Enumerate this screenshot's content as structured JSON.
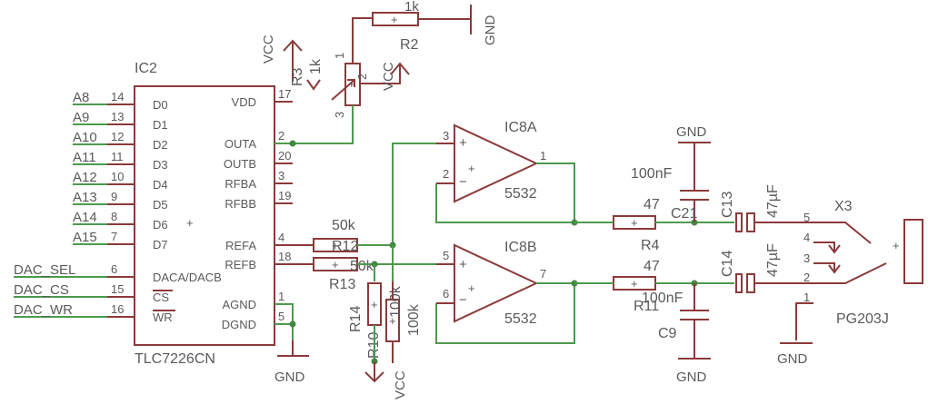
{
  "ic2": {
    "ref": "IC2",
    "part": "TLC7226CN",
    "left_pins": [
      {
        "num": "14",
        "name": "D0",
        "net": "A8"
      },
      {
        "num": "13",
        "name": "D1",
        "net": "A9"
      },
      {
        "num": "12",
        "name": "D2",
        "net": "A10"
      },
      {
        "num": "11",
        "name": "D3",
        "net": "A11"
      },
      {
        "num": "10",
        "name": "D4",
        "net": "A12"
      },
      {
        "num": "9",
        "name": "D5",
        "net": "A13"
      },
      {
        "num": "8",
        "name": "D6",
        "net": "A14"
      },
      {
        "num": "7",
        "name": "D7",
        "net": "A15"
      },
      {
        "num": "6",
        "name": "DACA/DACB",
        "net": "DAC_SEL"
      },
      {
        "num": "15",
        "name": "CS",
        "net": "DAC_CS"
      },
      {
        "num": "16",
        "name": "WR",
        "net": "DAC_WR"
      }
    ],
    "right_pins": [
      {
        "num": "17",
        "name": "VDD"
      },
      {
        "num": "2",
        "name": "OUTA"
      },
      {
        "num": "20",
        "name": "OUTB"
      },
      {
        "num": "3",
        "name": "RFBA"
      },
      {
        "num": "19",
        "name": "RFBB"
      },
      {
        "num": "4",
        "name": "REFA"
      },
      {
        "num": "18",
        "name": "REFB"
      },
      {
        "num": "1",
        "name": "AGND"
      },
      {
        "num": "5",
        "name": "DGND"
      }
    ]
  },
  "opamps": [
    {
      "ref": "IC8A",
      "part": "5532",
      "pin_plus": "3",
      "pin_minus": "2",
      "pin_out": "1"
    },
    {
      "ref": "IC8B",
      "part": "5532",
      "pin_plus": "5",
      "pin_minus": "6",
      "pin_out": "7"
    }
  ],
  "resistors": {
    "r2": {
      "ref": "R2",
      "value": "1k"
    },
    "r3": {
      "ref": "R3",
      "value": "1k"
    },
    "r4": {
      "ref": "R4",
      "value": "47"
    },
    "r11": {
      "ref": "R11",
      "value": "47"
    },
    "r12": {
      "ref": "R12",
      "value": "50k"
    },
    "r13": {
      "ref": "R13",
      "value": "50k"
    },
    "r14": {
      "ref": "R14",
      "value": "100k"
    },
    "r10": {
      "ref": "R10",
      "value": "100k"
    }
  },
  "capacitors": {
    "c21": {
      "ref": "C21",
      "value": "100nF"
    },
    "c9": {
      "ref": "C9",
      "value": "100nF"
    },
    "c13": {
      "ref": "C13",
      "value": "47µF"
    },
    "c14": {
      "ref": "C14",
      "value": "47µF"
    }
  },
  "connector": {
    "ref": "X3",
    "part": "PG203J",
    "pins": [
      "5",
      "4",
      "3",
      "2",
      "1"
    ]
  },
  "pot_pins": [
    "1",
    "2",
    "3"
  ],
  "supplies": {
    "gnd": "GND",
    "vcc": "VCC"
  }
}
